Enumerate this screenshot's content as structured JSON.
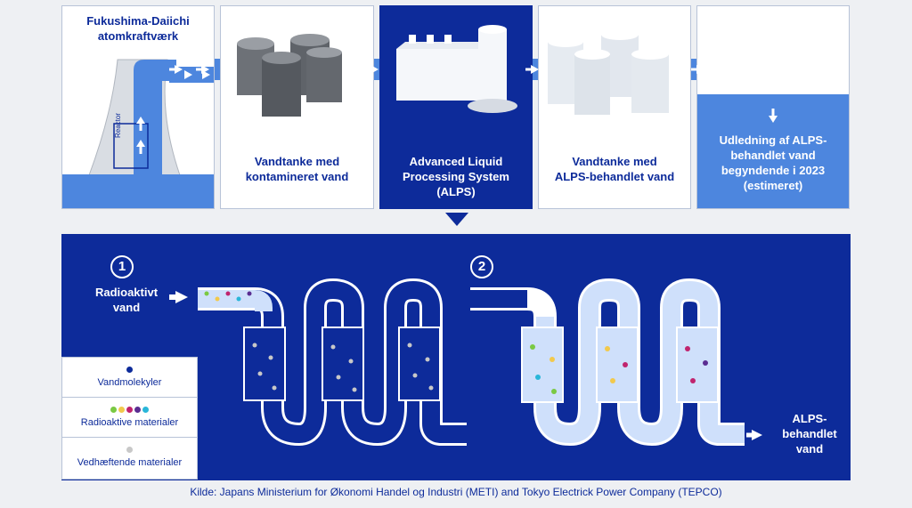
{
  "panels": {
    "plant": {
      "title": "Fukushima-Daiichi\natomkraftværk",
      "reactor_label": "Reactor"
    },
    "contaminated_tanks": {
      "label": "Vandtanke med\nkontamineret vand"
    },
    "alps": {
      "label": "Advanced Liquid\nProcessing System\n(ALPS)"
    },
    "treated_tanks": {
      "label": "Vandtanke med\nALPS-behandlet vand"
    },
    "discharge": {
      "label": "Udledning af ALPS-\nbehandlet vand\nbegyndende i 2023\n(estimeret)"
    }
  },
  "process": {
    "step1_number": "1",
    "step2_number": "2",
    "input_label": "Radioaktivt\nvand",
    "output_label": "ALPS-\nbehandlet\nvand"
  },
  "legend": {
    "items": [
      {
        "label": "Vandmolekyler",
        "colors": [
          "#0d2b9a"
        ]
      },
      {
        "label": "Radioaktive materialer",
        "colors": [
          "#7ac943",
          "#f2c94c",
          "#c0246e",
          "#5a2d91",
          "#29b6d9"
        ]
      },
      {
        "label": "Vedhæftende materialer",
        "colors": [
          "#c8c8c8"
        ]
      }
    ]
  },
  "caption": "Kilde: Japans Ministerium for Økonomi Handel og Industri (METI) and Tokyo Electrick Power Company (TEPCO)",
  "colors": {
    "dark_blue": "#0d2b9a",
    "light_blue": "#4d86de",
    "pale_blue": "#cfe0fb"
  }
}
